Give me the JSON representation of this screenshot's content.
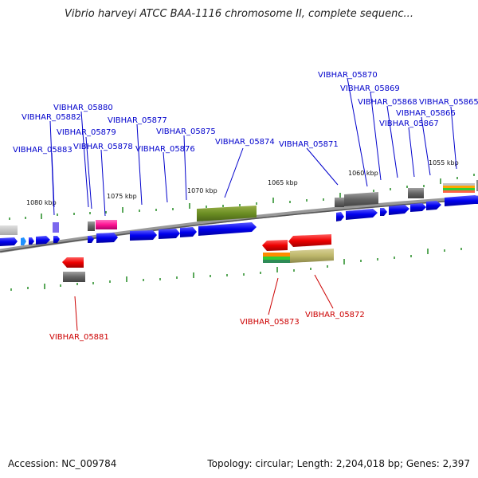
{
  "title": "Vibrio harveyi ATCC BAA-1116 chromosome II, complete sequenc...",
  "footer": {
    "accession": "Accession: NC_009784",
    "topology": "Topology: circular; Length: 2,204,018 bp; Genes: 2,397"
  },
  "colors": {
    "forward_gene": "#0000ee",
    "reverse_gene": "#dd0000",
    "backbone": "#888888",
    "tick": "#228b22"
  },
  "kbp_labels": [
    "1080 kbp",
    "1075 kbp",
    "1070 kbp",
    "1065 kbp",
    "1060 kbp",
    "1055 kbp"
  ],
  "genes_top": [
    "VIBHAR_05883",
    "VIBHAR_05882",
    "VIBHAR_05880",
    "VIBHAR_05879",
    "VIBHAR_05878",
    "VIBHAR_05877",
    "VIBHAR_05876",
    "VIBHAR_05875",
    "VIBHAR_05874",
    "VIBHAR_05871",
    "VIBHAR_05870",
    "VIBHAR_05869",
    "VIBHAR_05868",
    "VIBHAR_05867",
    "VIBHAR_05866",
    "VIBHAR_05865"
  ],
  "genes_bottom": [
    "VIBHAR_05881",
    "VIBHAR_05873",
    "VIBHAR_05872"
  ]
}
